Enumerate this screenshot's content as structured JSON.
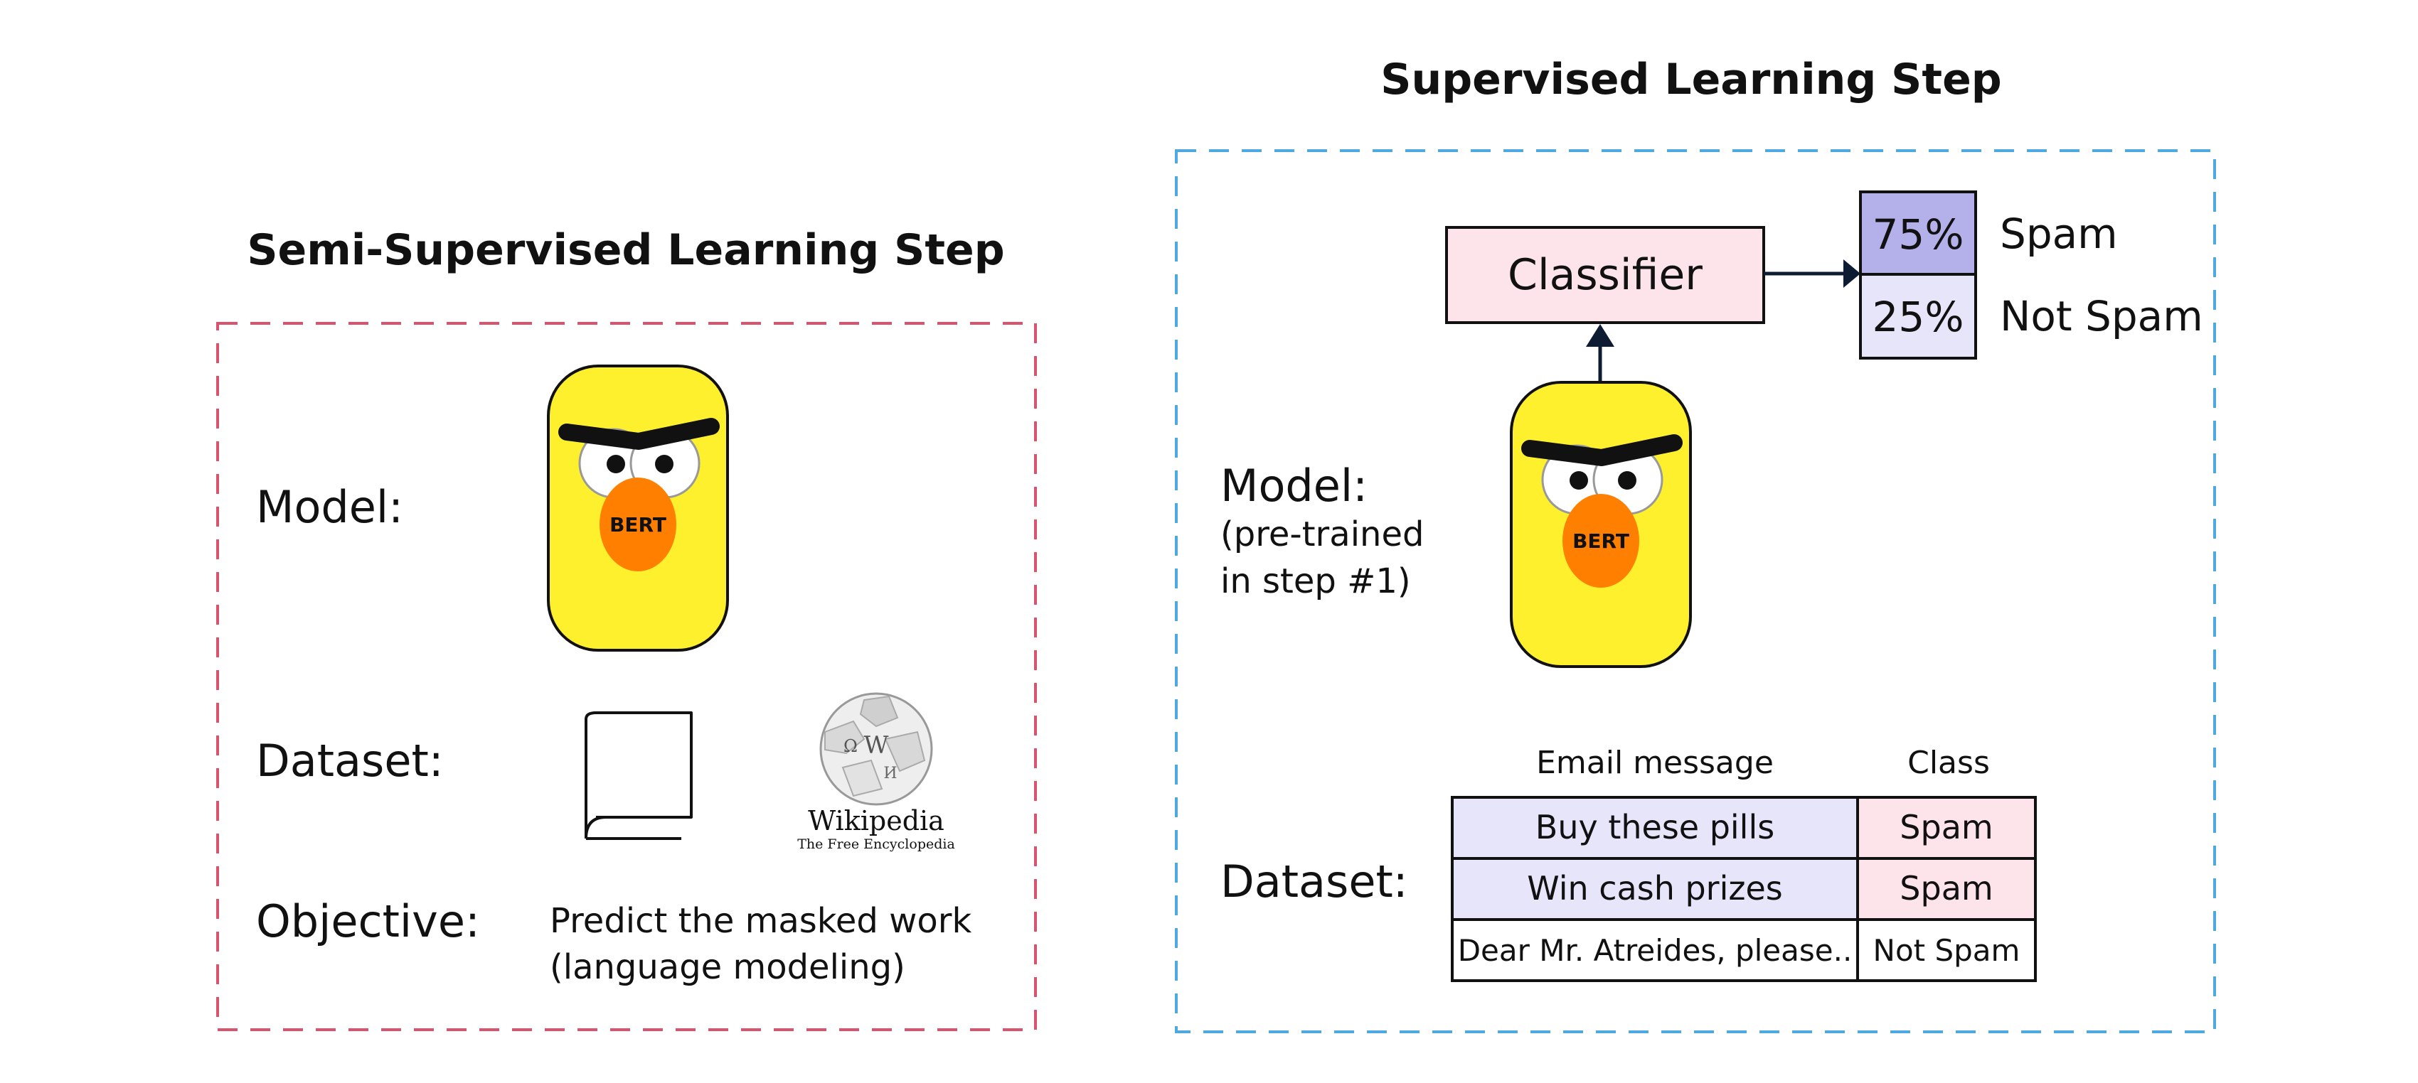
{
  "left_panel": {
    "title": "Semi-Supervised Learning Step",
    "model_label": "Model:",
    "bert_label": "BERT",
    "dataset_label": "Dataset:",
    "book_icon": "book-icon",
    "wikipedia": {
      "icon": "wikipedia-globe-icon",
      "name": "Wikipedia",
      "tagline": "The Free Encyclopedia"
    },
    "objective_label": "Objective:",
    "objective_line1": "Predict the masked work",
    "objective_line2": "(language modeling)",
    "border_color": "#d9536f"
  },
  "right_panel": {
    "title": "Supervised Learning Step",
    "classifier_label": "Classifier",
    "outputs": [
      {
        "percent": "75%",
        "label": "Spam"
      },
      {
        "percent": "25%",
        "label": "Not Spam"
      }
    ],
    "model_label": "Model:",
    "model_note_line1": "(pre-trained",
    "model_note_line2": "in step #1)",
    "bert_label": "BERT",
    "dataset_label": "Dataset:",
    "table": {
      "headers": [
        "Email message",
        "Class"
      ],
      "rows": [
        [
          "Buy these pills",
          "Spam"
        ],
        [
          "Win cash prizes",
          "Spam"
        ],
        [
          "Dear Mr. Atreides, please..",
          "Not Spam"
        ]
      ]
    },
    "border_color": "#4da9e0"
  },
  "colors": {
    "bert_face": "#fff02e",
    "bert_nose": "#ff7f00",
    "classifier_fill": "#fde4ea",
    "output_high": "#b3b0ea",
    "output_low": "#e6e5fa",
    "table_message_fill": "#e6e5fa",
    "table_class_fill": "#fde4ea"
  }
}
